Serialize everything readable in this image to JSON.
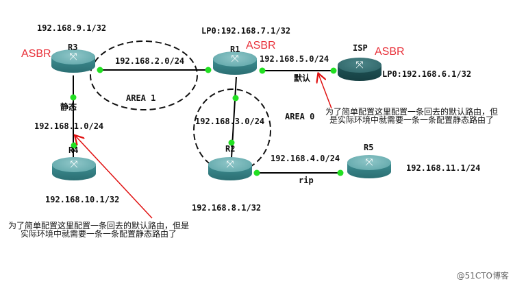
{
  "devices": {
    "r3": {
      "name": "R3",
      "role": "ASBR",
      "loopback": "192.168.9.1/32"
    },
    "r1": {
      "name": "R1",
      "role": "ASBR",
      "loopback": "LP0:192.168.7.1/32"
    },
    "isp": {
      "name": "ISP",
      "role": "ASBR",
      "loopback": "LP0:192.168.6.1/32"
    },
    "r4": {
      "name": "R4",
      "loopback": "192.168.10.1/32"
    },
    "r2": {
      "name": "R2",
      "loopback": "192.168.8.1/32"
    },
    "r5": {
      "name": "R5",
      "loopback": "192.168.11.1/24"
    }
  },
  "links": {
    "r3_r1": "192.168.2.0/24",
    "r1_isp": "192.168.5.0/24",
    "r1_isp_note": "默认",
    "r3_r4": "192.168.1.0/24",
    "r3_r4_note": "静态",
    "r1_r2": "192.168.3.0/24",
    "r2_r5": "192.168.4.0/24",
    "r2_r5_note": "rip"
  },
  "areas": {
    "area1": "AREA 1",
    "area0": "AREA 0"
  },
  "annotations": {
    "left_line1": "为了简单配置这里配置一条回去的默认路由，但是",
    "left_line2": "实际环境中就需要一条一条配置静态路由了",
    "right_line1": "为了简单配置这里配置一条回去的默认路由，但",
    "right_line2": "是实际环境中就需要一条一条配置静态路由了"
  },
  "watermark": "@51CTO博客",
  "colors": {
    "asbr": "#e8313a",
    "port": "#22e022",
    "arrow": "#e01010"
  }
}
